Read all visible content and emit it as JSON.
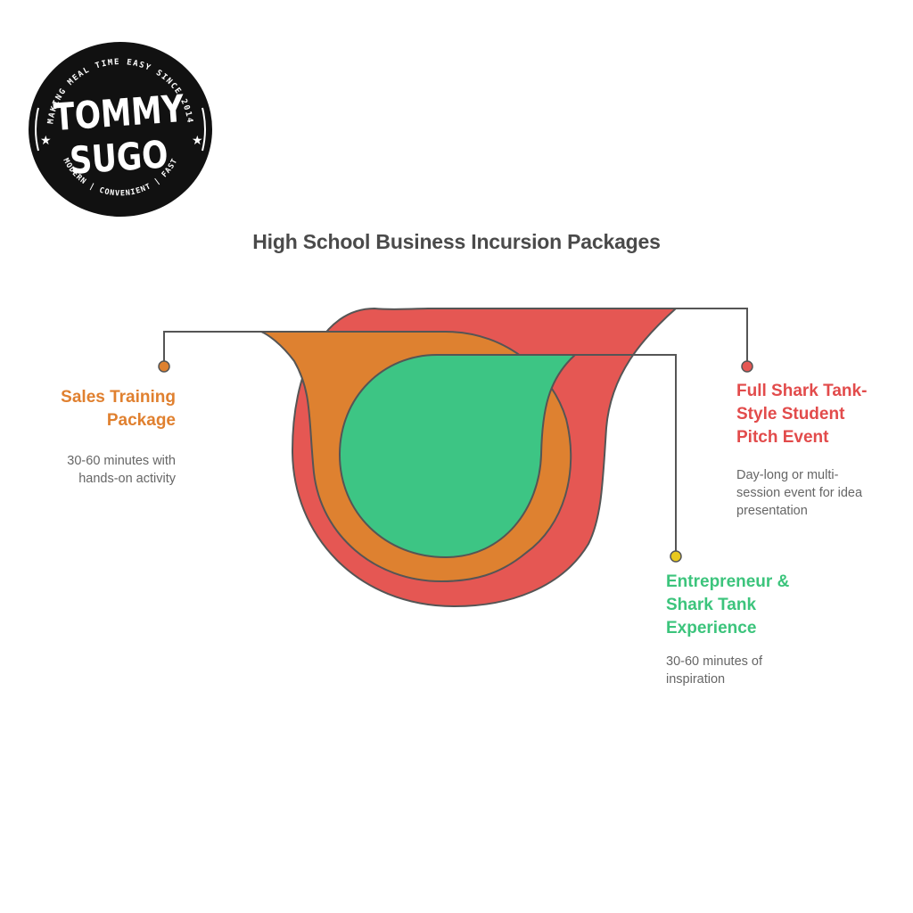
{
  "logo": {
    "brand_line1": "TOMMY",
    "brand_line2": "SUGO",
    "top_arc_text": "MAKING MEAL TIME EASY SINCE 2014",
    "bottom_arc_text": "MODERN | CONVENIENT | FAST",
    "star_icon": "★"
  },
  "title": "High School Business Incursion Packages",
  "colors": {
    "red": "#E55753",
    "orange": "#DE8130",
    "green": "#3DC584",
    "yellow": "#E8C81E",
    "outline": "#555555",
    "title": "#4a4a4a",
    "desc": "#666666"
  },
  "packages": [
    {
      "name": "Sales Training Package",
      "label_lines": [
        "Sales Training",
        "Package"
      ],
      "desc_lines": [
        "30-60 minutes with",
        "hands-on activity"
      ],
      "color": "#E0802F",
      "dot_color": "#DE8130"
    },
    {
      "name": "Full Shark Tank-Style Student Pitch Event",
      "label_lines": [
        "Full Shark Tank-",
        "Style Student",
        "Pitch Event"
      ],
      "desc_lines": [
        "Day-long or multi-",
        "session event for idea",
        "presentation"
      ],
      "color": "#E24B4B",
      "dot_color": "#E24B4B"
    },
    {
      "name": "Entrepreneur & Shark Tank Experience",
      "label_lines": [
        "Entrepreneur &",
        "Shark Tank",
        "Experience"
      ],
      "desc_lines": [
        "30-60 minutes of",
        "inspiration"
      ],
      "color": "#3CC47C",
      "dot_color": "#E8C81E"
    }
  ]
}
